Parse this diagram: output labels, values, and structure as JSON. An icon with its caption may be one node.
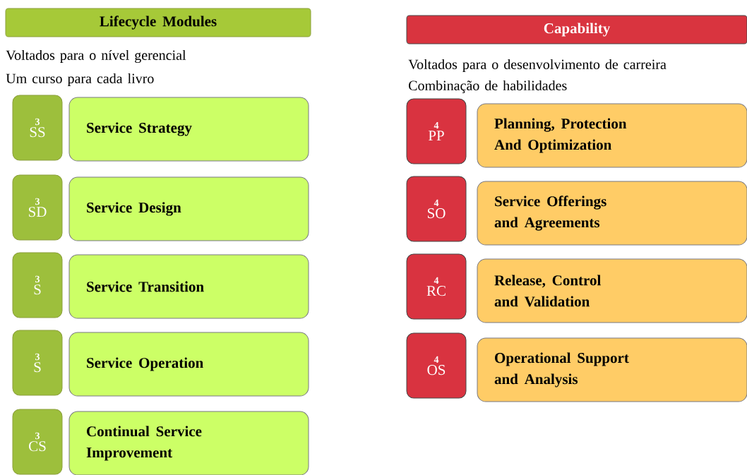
{
  "diagram": {
    "nodes": [
      {
        "text": [
          "Lifecycle Modules"
        ]
      },
      {
        "text": [
          "3",
          "SS"
        ]
      },
      {
        "text": [
          "Service Strategy"
        ]
      },
      {
        "text": [
          "3",
          "SD"
        ]
      },
      {
        "text": [
          "Service Design"
        ]
      },
      {
        "text": [
          "3",
          "S"
        ]
      },
      {
        "text": [
          "Service Transition"
        ]
      },
      {
        "text": [
          "3",
          "S"
        ]
      },
      {
        "text": [
          "Service Operation"
        ]
      },
      {
        "text": [
          "3",
          "CS"
        ]
      },
      {
        "text": [
          "Continual Service Improvement"
        ]
      },
      {
        "text": [
          "Capability"
        ]
      },
      {
        "text": [
          "4",
          "PP"
        ]
      },
      {
        "text": [
          "Planning, Protection And Optimization"
        ]
      },
      {
        "text": [
          "4",
          "SO"
        ]
      },
      {
        "text": [
          "Service Offerings and Agreements"
        ]
      },
      {
        "text": [
          "4",
          "RC"
        ]
      },
      {
        "text": [
          "Release, Control and Validation"
        ]
      },
      {
        "text": [
          "4",
          "OS"
        ]
      },
      {
        "text": [
          "Operational Support and Analysis"
        ]
      }
    ],
    "edges": [],
    "labels": [
      "Voltados para o nível gerencial",
      "Um curso para cada livro",
      "Voltados para o desenvolvimento de carreira",
      "Combinação de habilidades"
    ]
  }
}
